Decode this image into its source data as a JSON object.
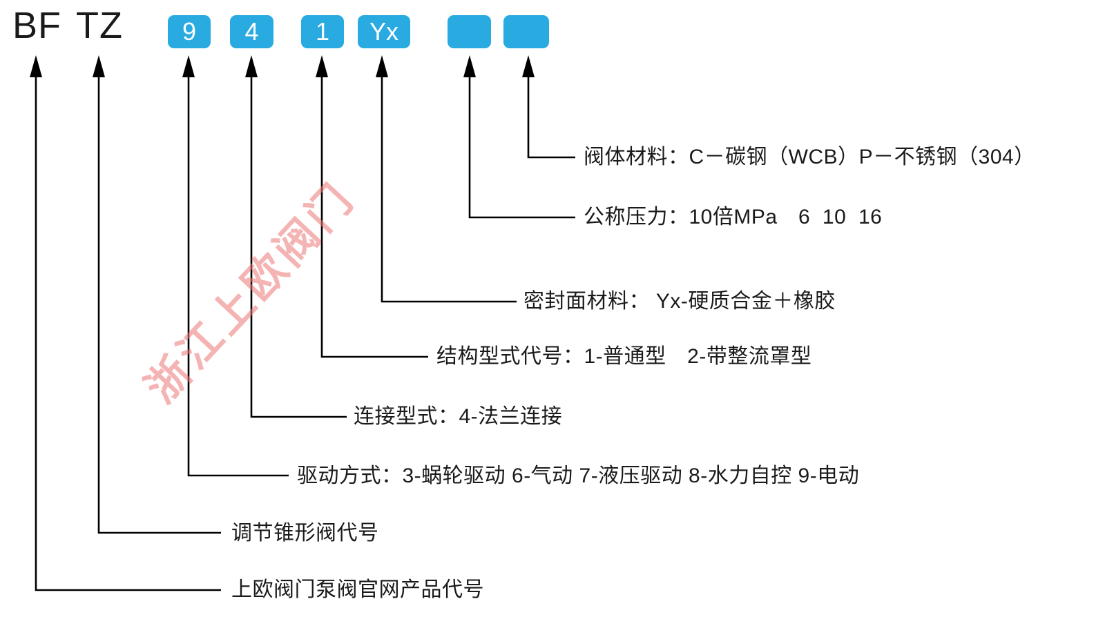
{
  "code": {
    "prefixes": [
      {
        "name": "manufacturer-code",
        "text": "BF"
      },
      {
        "name": "valve-type-code",
        "text": "TZ"
      }
    ],
    "boxes": [
      {
        "name": "drive-mode-code",
        "text": "9"
      },
      {
        "name": "connection-type-code",
        "text": "4"
      },
      {
        "name": "structure-type-code",
        "text": "1"
      },
      {
        "name": "sealing-material-code",
        "text": "Yx"
      },
      {
        "name": "pressure-code",
        "text": ""
      },
      {
        "name": "body-material-code",
        "text": ""
      }
    ]
  },
  "legend": [
    {
      "name": "body-material",
      "text": "阀体材料：C－碳钢（WCB）P－不锈钢（304）"
    },
    {
      "name": "nominal-pressure",
      "text": "公称压力：10倍MPa　6  10  16"
    },
    {
      "name": "sealing-surface-material",
      "text": "密封面材料： Yx-硬质合金＋橡胶"
    },
    {
      "name": "structure-type",
      "text": "结构型式代号：1-普通型　2-带整流罩型"
    },
    {
      "name": "connection-type",
      "text": "连接型式：4-法兰连接"
    },
    {
      "name": "drive-mode",
      "text": "驱动方式：3-蜗轮驱动 6-气动 7-液压驱动 8-水力自控 9-电动"
    },
    {
      "name": "regulating-cone-valve-code",
      "text": "调节锥形阀代号"
    },
    {
      "name": "product-code",
      "text": "上欧阀门泵阀官网产品代号"
    }
  ],
  "watermark": {
    "text": "浙江上欧阀门"
  },
  "colors": {
    "box_blue": "#29aae1",
    "line_black": "#000000",
    "watermark_red": "#ee7777"
  }
}
